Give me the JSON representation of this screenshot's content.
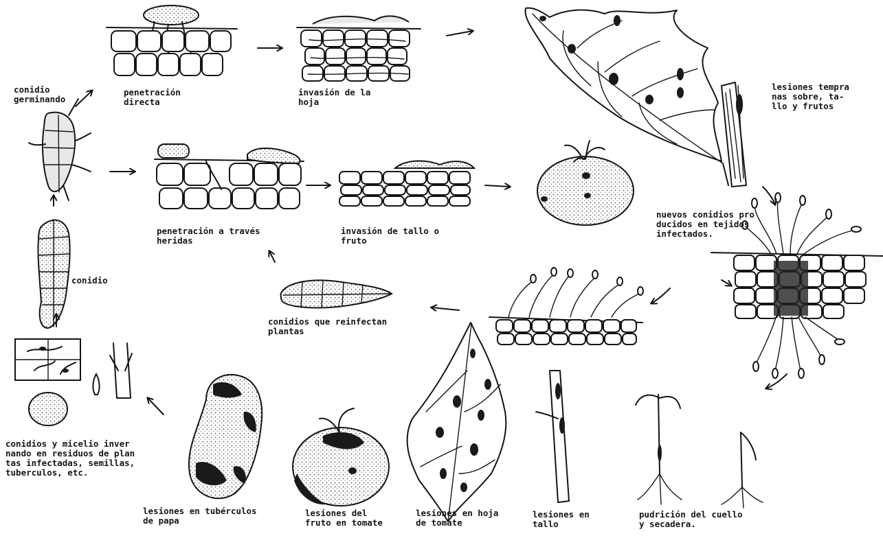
{
  "labels": {
    "conidio_germinando": [
      "conidio",
      "germinando"
    ],
    "penetracion_directa": [
      "penetración",
      "directa"
    ],
    "invasion_hoja": [
      "invasión de la",
      "hoja"
    ],
    "lesiones_tempranas": [
      "lesiones tempra",
      "nas sobre, ta-",
      "llo y frutos"
    ],
    "nuevos_conidios": [
      "nuevos conidios pro",
      "ducidos en tejidos",
      "infectados."
    ],
    "penetracion_heridas": [
      "penetración a través",
      "heridas"
    ],
    "invasion_tallo": [
      "invasión de tallo o",
      "fruto"
    ],
    "conidio": [
      "conidio"
    ],
    "conidios_reinfectan": [
      "conidios que reinfectan",
      "plantas"
    ],
    "conidios_micelio": [
      "conidios y micelio inver",
      "nando en residuos de plan",
      "tas infectadas, semillas,",
      "tuberculos, etc."
    ],
    "lesiones_tuberculos": [
      "lesiones en tubérculos",
      "de papa"
    ],
    "lesiones_fruto": [
      "lesiones del",
      "fruto en tomate"
    ],
    "lesiones_hoja": [
      "lesiones en hoja",
      "de tomate"
    ],
    "lesiones_tallo": [
      "lesiones en",
      "tallo"
    ],
    "pudricion": [
      "pudrición del cuello",
      "y secadera."
    ]
  }
}
